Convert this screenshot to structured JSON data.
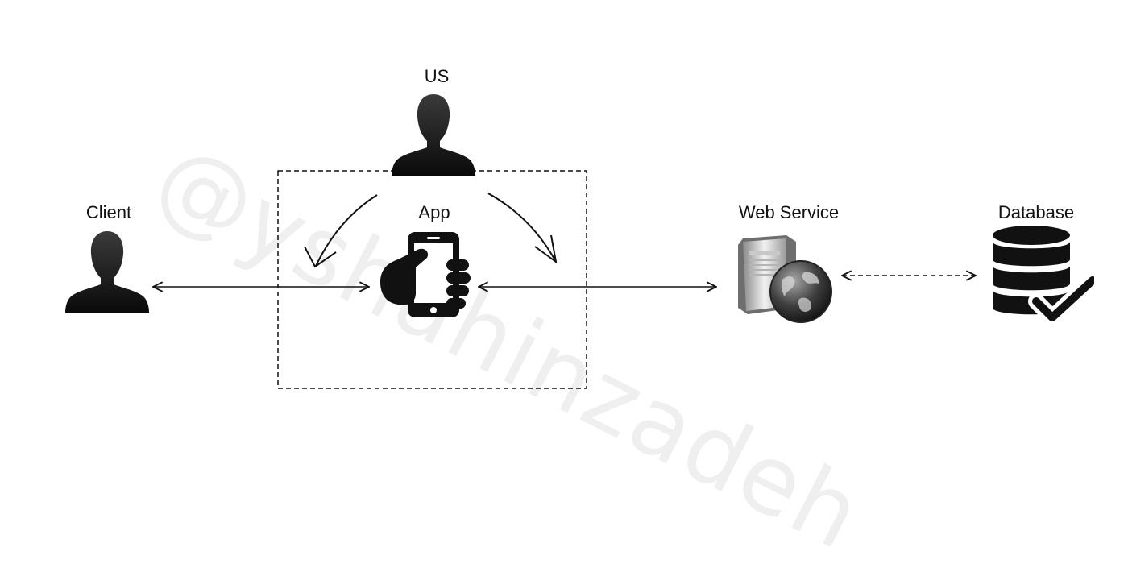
{
  "watermark": "@yshahinzadeh",
  "nodes": {
    "us": {
      "label": "US",
      "icon": "person-silhouette-icon"
    },
    "client": {
      "label": "Client",
      "icon": "person-silhouette-icon"
    },
    "app": {
      "label": "App",
      "icon": "hand-holding-phone-icon"
    },
    "web_service": {
      "label": "Web Service",
      "icon": "server-globe-icon"
    },
    "database": {
      "label": "Database",
      "icon": "database-check-icon"
    }
  },
  "edges": [
    {
      "from": "Client",
      "to": "App",
      "style": "solid",
      "direction": "both"
    },
    {
      "from": "App",
      "to": "Web Service",
      "style": "solid",
      "direction": "both"
    },
    {
      "from": "Web Service",
      "to": "Database",
      "style": "dashed",
      "direction": "both"
    },
    {
      "from": "US",
      "to": "Client",
      "style": "solid-curved",
      "direction": "forward"
    },
    {
      "from": "US",
      "to": "Web Service",
      "style": "solid-curved",
      "direction": "forward"
    }
  ],
  "boundary": {
    "style": "dashed",
    "contains": [
      "US",
      "App"
    ]
  }
}
